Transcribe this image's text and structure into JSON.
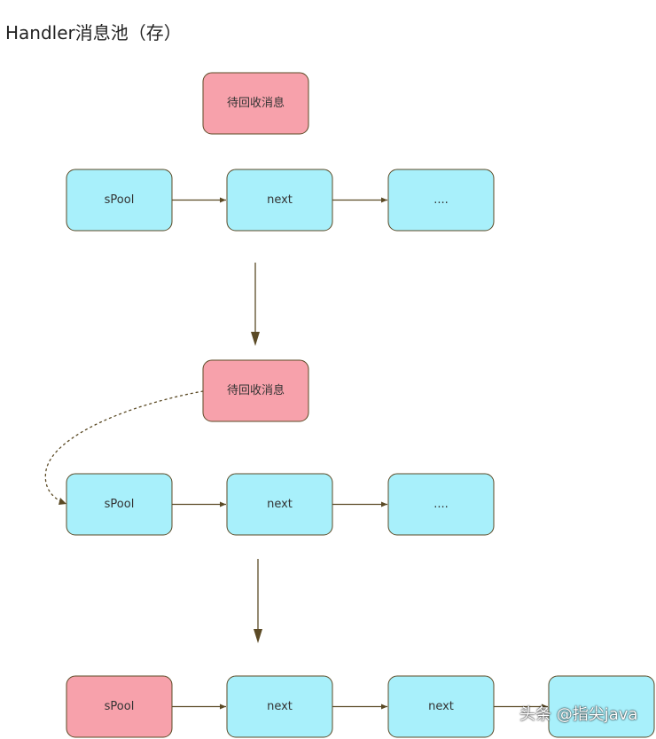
{
  "title": "Handler消息池（存）",
  "colors": {
    "pink": "#f7a1ab",
    "cyan": "#a8f0fb",
    "stroke": "#5b4a25"
  },
  "nodes": {
    "msg1": "待回收消息",
    "r1_spool": "sPool",
    "r1_next": "next",
    "r1_more": "....",
    "msg2": "待回收消息",
    "r2_spool": "sPool",
    "r2_next": "next",
    "r2_more": "....",
    "r3_spool": "sPool",
    "r3_next1": "next",
    "r3_next2": "next",
    "r3_end": ""
  },
  "watermark": "头条 @指尖java"
}
